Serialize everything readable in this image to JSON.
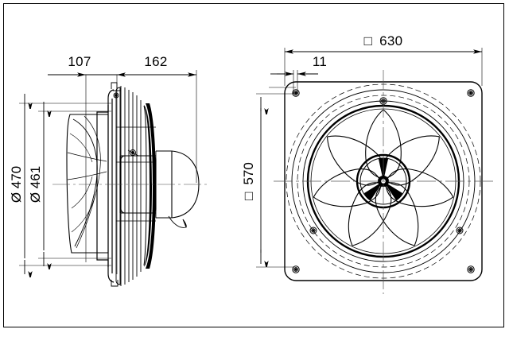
{
  "drawing": {
    "title": "axial-fan-technical-drawing",
    "background_color": "#ffffff",
    "line_color": "#000000",
    "frame": {
      "visible": true,
      "label": "drawing-border"
    }
  },
  "views": {
    "side": {
      "name": "side-elevation-view",
      "description": "Side section view of axial wall fan with impeller, mounting plate, guard grille and motor housing dome"
    },
    "front": {
      "name": "front-elevation-view",
      "description": "Front view of axial wall fan showing 7 blade impeller, hub with 3 spoke star, square mounting plate with rounded corners and 8 bolt holes"
    }
  },
  "dimensions": {
    "side_horizontal": [
      {
        "name": "dim-107",
        "value": "107"
      },
      {
        "name": "dim-162",
        "value": "162"
      }
    ],
    "side_vertical": [
      {
        "name": "dim-diameter-470",
        "value": "Ø 470"
      },
      {
        "name": "dim-diameter-461",
        "value": "Ø 461"
      }
    ],
    "front_horizontal": [
      {
        "name": "dim-square-630",
        "symbol": "square",
        "value": "630"
      },
      {
        "name": "dim-11",
        "value": "11"
      }
    ],
    "front_vertical": [
      {
        "name": "dim-square-570",
        "symbol": "square",
        "value": "570"
      }
    ]
  },
  "symbols": {
    "diameter": "Ø",
    "square": "□"
  },
  "front_view_details": {
    "blade_count": 7,
    "hub_spoke_count": 3,
    "bolt_hole_count": 8,
    "plate_corner_radius": "rounded"
  }
}
